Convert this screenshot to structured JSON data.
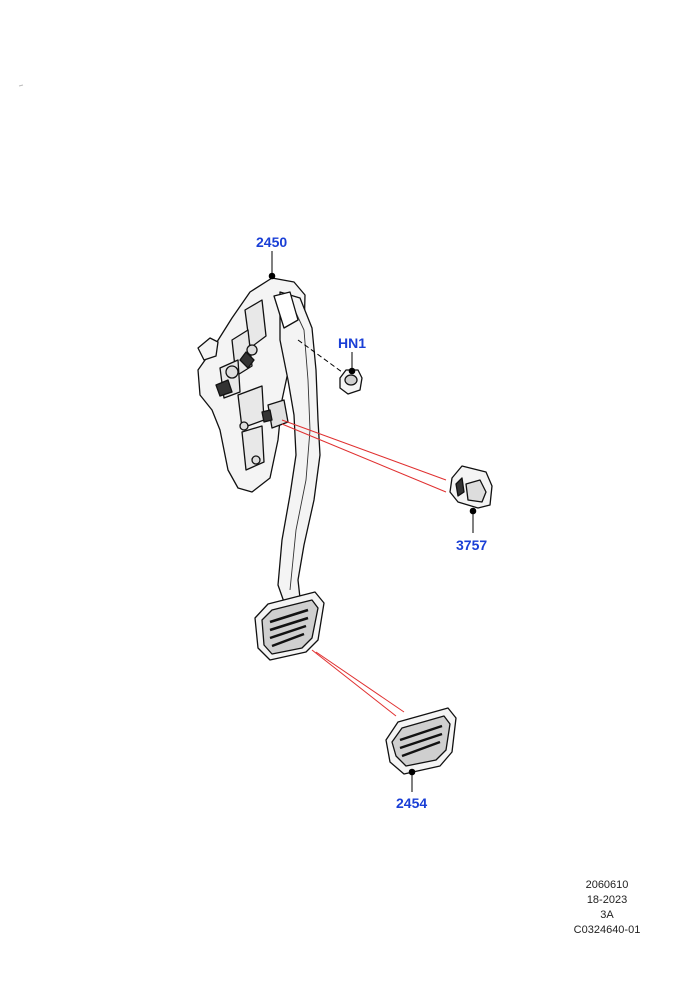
{
  "callouts": {
    "pedal_box": "2450",
    "nut": "HN1",
    "clip": "3757",
    "pedal_pad": "2454"
  },
  "footer": {
    "line1": "2060610",
    "line2": "18-2023",
    "line3": "3A",
    "line4": "C0324640-01"
  },
  "colors": {
    "callout_text": "#1a3fd6",
    "leader_line": "#000000",
    "relation_line": "#e03030",
    "part_fill": "#f4f4f4",
    "part_stroke": "#111111"
  }
}
